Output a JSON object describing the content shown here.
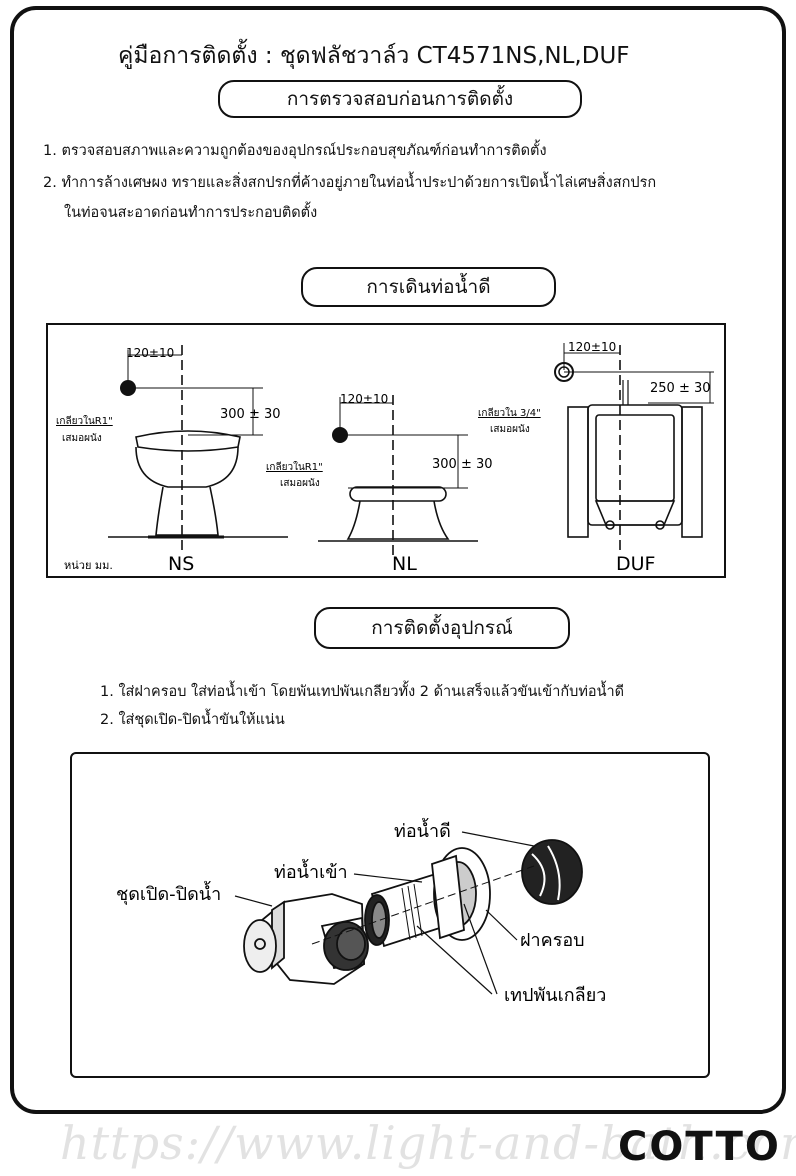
{
  "title": "คู่มือการติดตั้ง : ชุดฟลัชวาล์ว  CT4571NS,NL,DUF",
  "section_check": {
    "heading": "การตรวจสอบก่อนการติดตั้ง",
    "items": [
      "1. ตรวจสอบสภาพและความถูกต้องของอุปกรณ์ประกอบสุขภัณฑ์ก่อนทำการติดตั้ง",
      "2. ทำการล้างเศษผง ทรายและสิ่งสกปรกที่ค้างอยู่ภายในท่อน้ำประปาด้วยการเปิดน้ำไล่เศษสิ่งสกปรก",
      "ในท่อจนสะอาดก่อนทำการประกอบติดตั้ง"
    ]
  },
  "section_pipe": {
    "heading": "การเดินท่อน้ำดี",
    "unit_label": "หน่วย มม.",
    "models": [
      {
        "name": "NS",
        "horizontal_dim": "120±10",
        "vertical_dim": "300 ± 30",
        "thread_label_1": "เกลียวในR1\"",
        "thread_label_2": "เสมอผนัง"
      },
      {
        "name": "NL",
        "horizontal_dim": "120±10",
        "vertical_dim": "300 ± 30",
        "thread_label_1": "เกลียวในR1\"",
        "thread_label_2": "เสมอผนัง"
      },
      {
        "name": "DUF",
        "horizontal_dim": "120±10",
        "vertical_dim": "250 ± 30",
        "thread_label_1": "เกลียวใน  3/4\"",
        "thread_label_2": "เสมอผนัง"
      }
    ]
  },
  "section_install": {
    "heading": "การติดตั้งอุปกรณ์",
    "items": [
      "1. ใส่ฝาครอบ ใส่ท่อน้ำเข้า โดยพันเทปพันเกลียวทั้ง 2 ด้านเสร็จแล้วขันเข้ากับท่อน้ำดี",
      "2. ใส่ชุดเปิด-ปิดน้ำขันให้แน่น"
    ],
    "callouts": {
      "supply_pipe": "ท่อน้ำดี",
      "inlet_pipe": "ท่อน้ำเข้า",
      "valve_set": "ชุดเปิด-ปิดน้ำ",
      "cover": "ฝาครอบ",
      "thread_tape": "เทปพันเกลียว"
    }
  },
  "footer": {
    "watermark": "https://www.light-and-bath.com",
    "brand": "COTTO"
  }
}
